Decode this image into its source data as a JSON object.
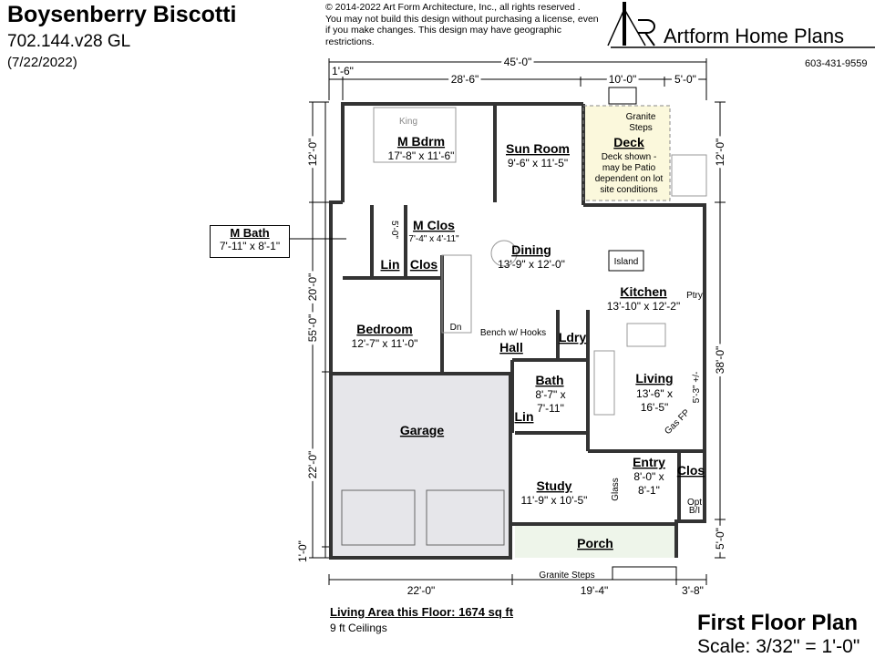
{
  "header": {
    "title": "Boysenberry Biscotti",
    "model": "702.144.v28 GL",
    "date": "(7/22/2022)",
    "copyright": "© 2014-2022 Art Form Architecture, Inc., all rights reserved . You may not build this design without purchasing a license, even if you make changes. This design may have geographic restrictions.",
    "brand": "Artform Home Plans",
    "phone": "603-431-9559"
  },
  "rooms": {
    "mbdrm": {
      "name": "M Bdrm",
      "size": "17'-8\" x 11'-6\"",
      "bed": "King"
    },
    "sunroom": {
      "name": "Sun Room",
      "size": "9'-6\" x 11'-5\""
    },
    "deck": {
      "name": "Deck",
      "note1": "Deck shown -",
      "note2": "may be Patio",
      "note3": "dependent on lot",
      "note4": "site conditions",
      "steps1": "Granite",
      "steps2": "Steps"
    },
    "mbath": {
      "name": "M Bath",
      "size": "7'-11\" x 8'-1\"",
      "shower": "5'-0\""
    },
    "mclos": {
      "name": "M Clos",
      "size": "7'-4\" x 4'-11\""
    },
    "lin1": "Lin",
    "clos1": "Clos",
    "dining": {
      "name": "Dining",
      "size": "13'-9\" x 12'-0\""
    },
    "island": "Island",
    "kitchen": {
      "name": "Kitchen",
      "size": "13'-10\" x 12'-2\"",
      "ptry": "Ptry"
    },
    "bedroom": {
      "name": "Bedroom",
      "size": "12'-7\" x 11'-0\""
    },
    "dn": "Dn",
    "bench": "Bench w/ Hooks",
    "hall": "Hall",
    "ldry": "Ldry",
    "bath": {
      "name": "Bath",
      "size1": "8'-7\" x",
      "size2": "7'-11\""
    },
    "lin2": "Lin",
    "living": {
      "name": "Living",
      "size1": "13'-6\" x",
      "size2": "16'-5\"",
      "fp": "Gas FP",
      "fpdim": "5'-3\" +/-"
    },
    "garage": {
      "name": "Garage"
    },
    "entry": {
      "name": "Entry",
      "size1": "8'-0\" x",
      "size2": "8'-1\""
    },
    "clos2": "Clos",
    "optbi1": "Opt",
    "optbi2": "B/I",
    "study": {
      "name": "Study",
      "size": "11'-9\" x 10'-5\"",
      "glass": "Glass"
    },
    "porch": {
      "name": "Porch",
      "steps": "Granite Steps"
    }
  },
  "dimensions": {
    "top_total": "45'-0\"",
    "top_a": "1'-6\"",
    "top_b": "28'-6\"",
    "top_c": "10'-0\"",
    "top_d": "5'-0\"",
    "bottom_a": "22'-0\"",
    "bottom_b": "19'-4\"",
    "bottom_c": "3'-8\"",
    "left_total": "55'-0\"",
    "left_a": "12'-0\"",
    "left_b": "20'-0\"",
    "left_c": "22'-0\"",
    "left_d": "1'-0\"",
    "right_a": "12'-0\"",
    "right_b": "38'-0\"",
    "right_c": "5'-0\""
  },
  "footer": {
    "area": "Living Area this Floor: 1674 sq ft",
    "ceilings": "9 ft Ceilings",
    "plan_title": "First Floor Plan",
    "scale": "Scale: 3/32\" = 1'-0\""
  },
  "colors": {
    "deck": "#fbf8dc",
    "garage": "#e6e6ea",
    "porch": "#eef5ea"
  }
}
